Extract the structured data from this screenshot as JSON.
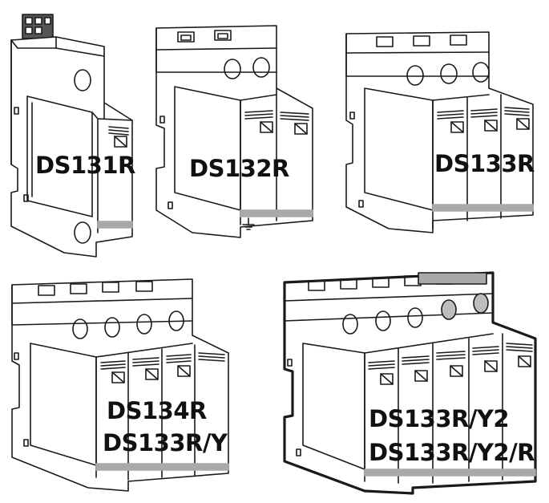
{
  "products": [
    {
      "id": "ds131r",
      "labels": [
        "DS131R"
      ]
    },
    {
      "id": "ds132r",
      "labels": [
        "DS132R"
      ]
    },
    {
      "id": "ds133r",
      "labels": [
        "DS133R"
      ]
    },
    {
      "id": "ds134r",
      "labels": [
        "DS134R",
        "DS133R/Y"
      ]
    },
    {
      "id": "ds133r-y2",
      "labels": [
        "DS133R/Y2",
        "DS133R/Y2/R"
      ]
    }
  ],
  "colors": {
    "outline": "#1a1a1a",
    "stripe": "#a9a9a9",
    "indicator": "#bdbdbd",
    "body": "#ffffff"
  },
  "icons": [
    "terminal-screw-icon",
    "indicator-window-icon",
    "ground-symbol-icon"
  ]
}
